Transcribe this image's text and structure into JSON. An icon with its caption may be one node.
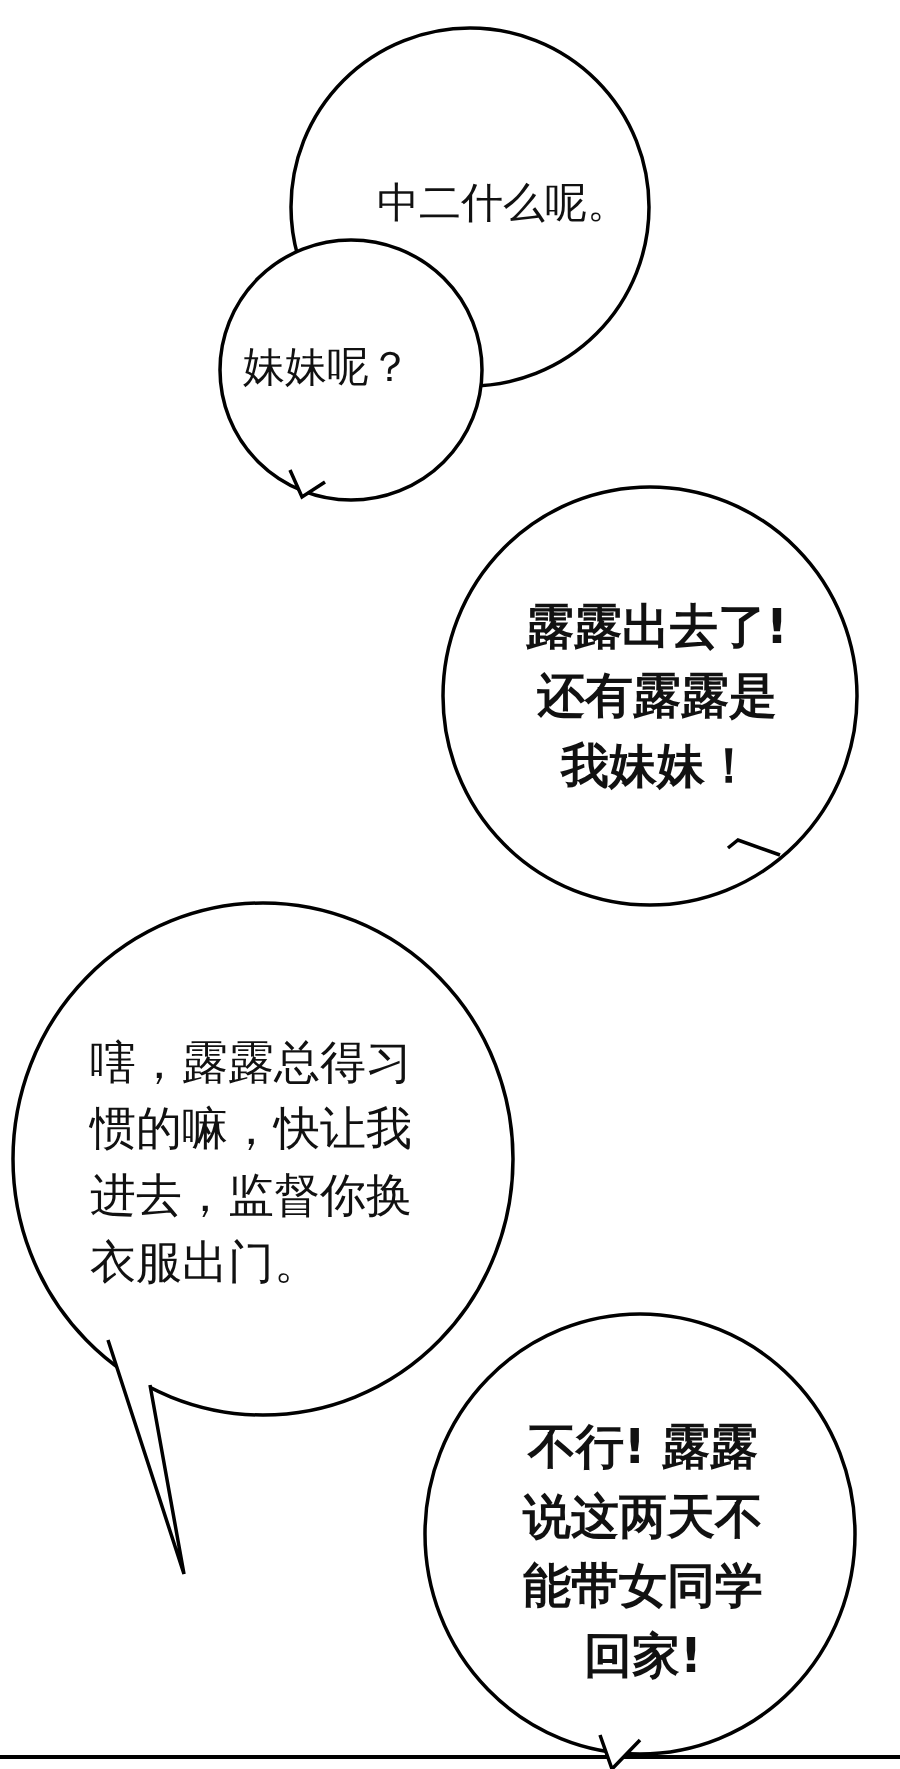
{
  "diagram": {
    "nodes": [
      {
        "text": [
          "中二什么呢。"
        ]
      },
      {
        "text": [
          "妹妹呢？"
        ]
      },
      {
        "text": [
          "露露出去了!还有露露是我妹妹！"
        ]
      },
      {
        "text": [
          "嗐，露露总得习惯的嘛，快让我进去，监督你换衣服出门。"
        ]
      },
      {
        "text": [
          "不行! 露露说这两天不能带女同学回家!"
        ]
      }
    ]
  }
}
